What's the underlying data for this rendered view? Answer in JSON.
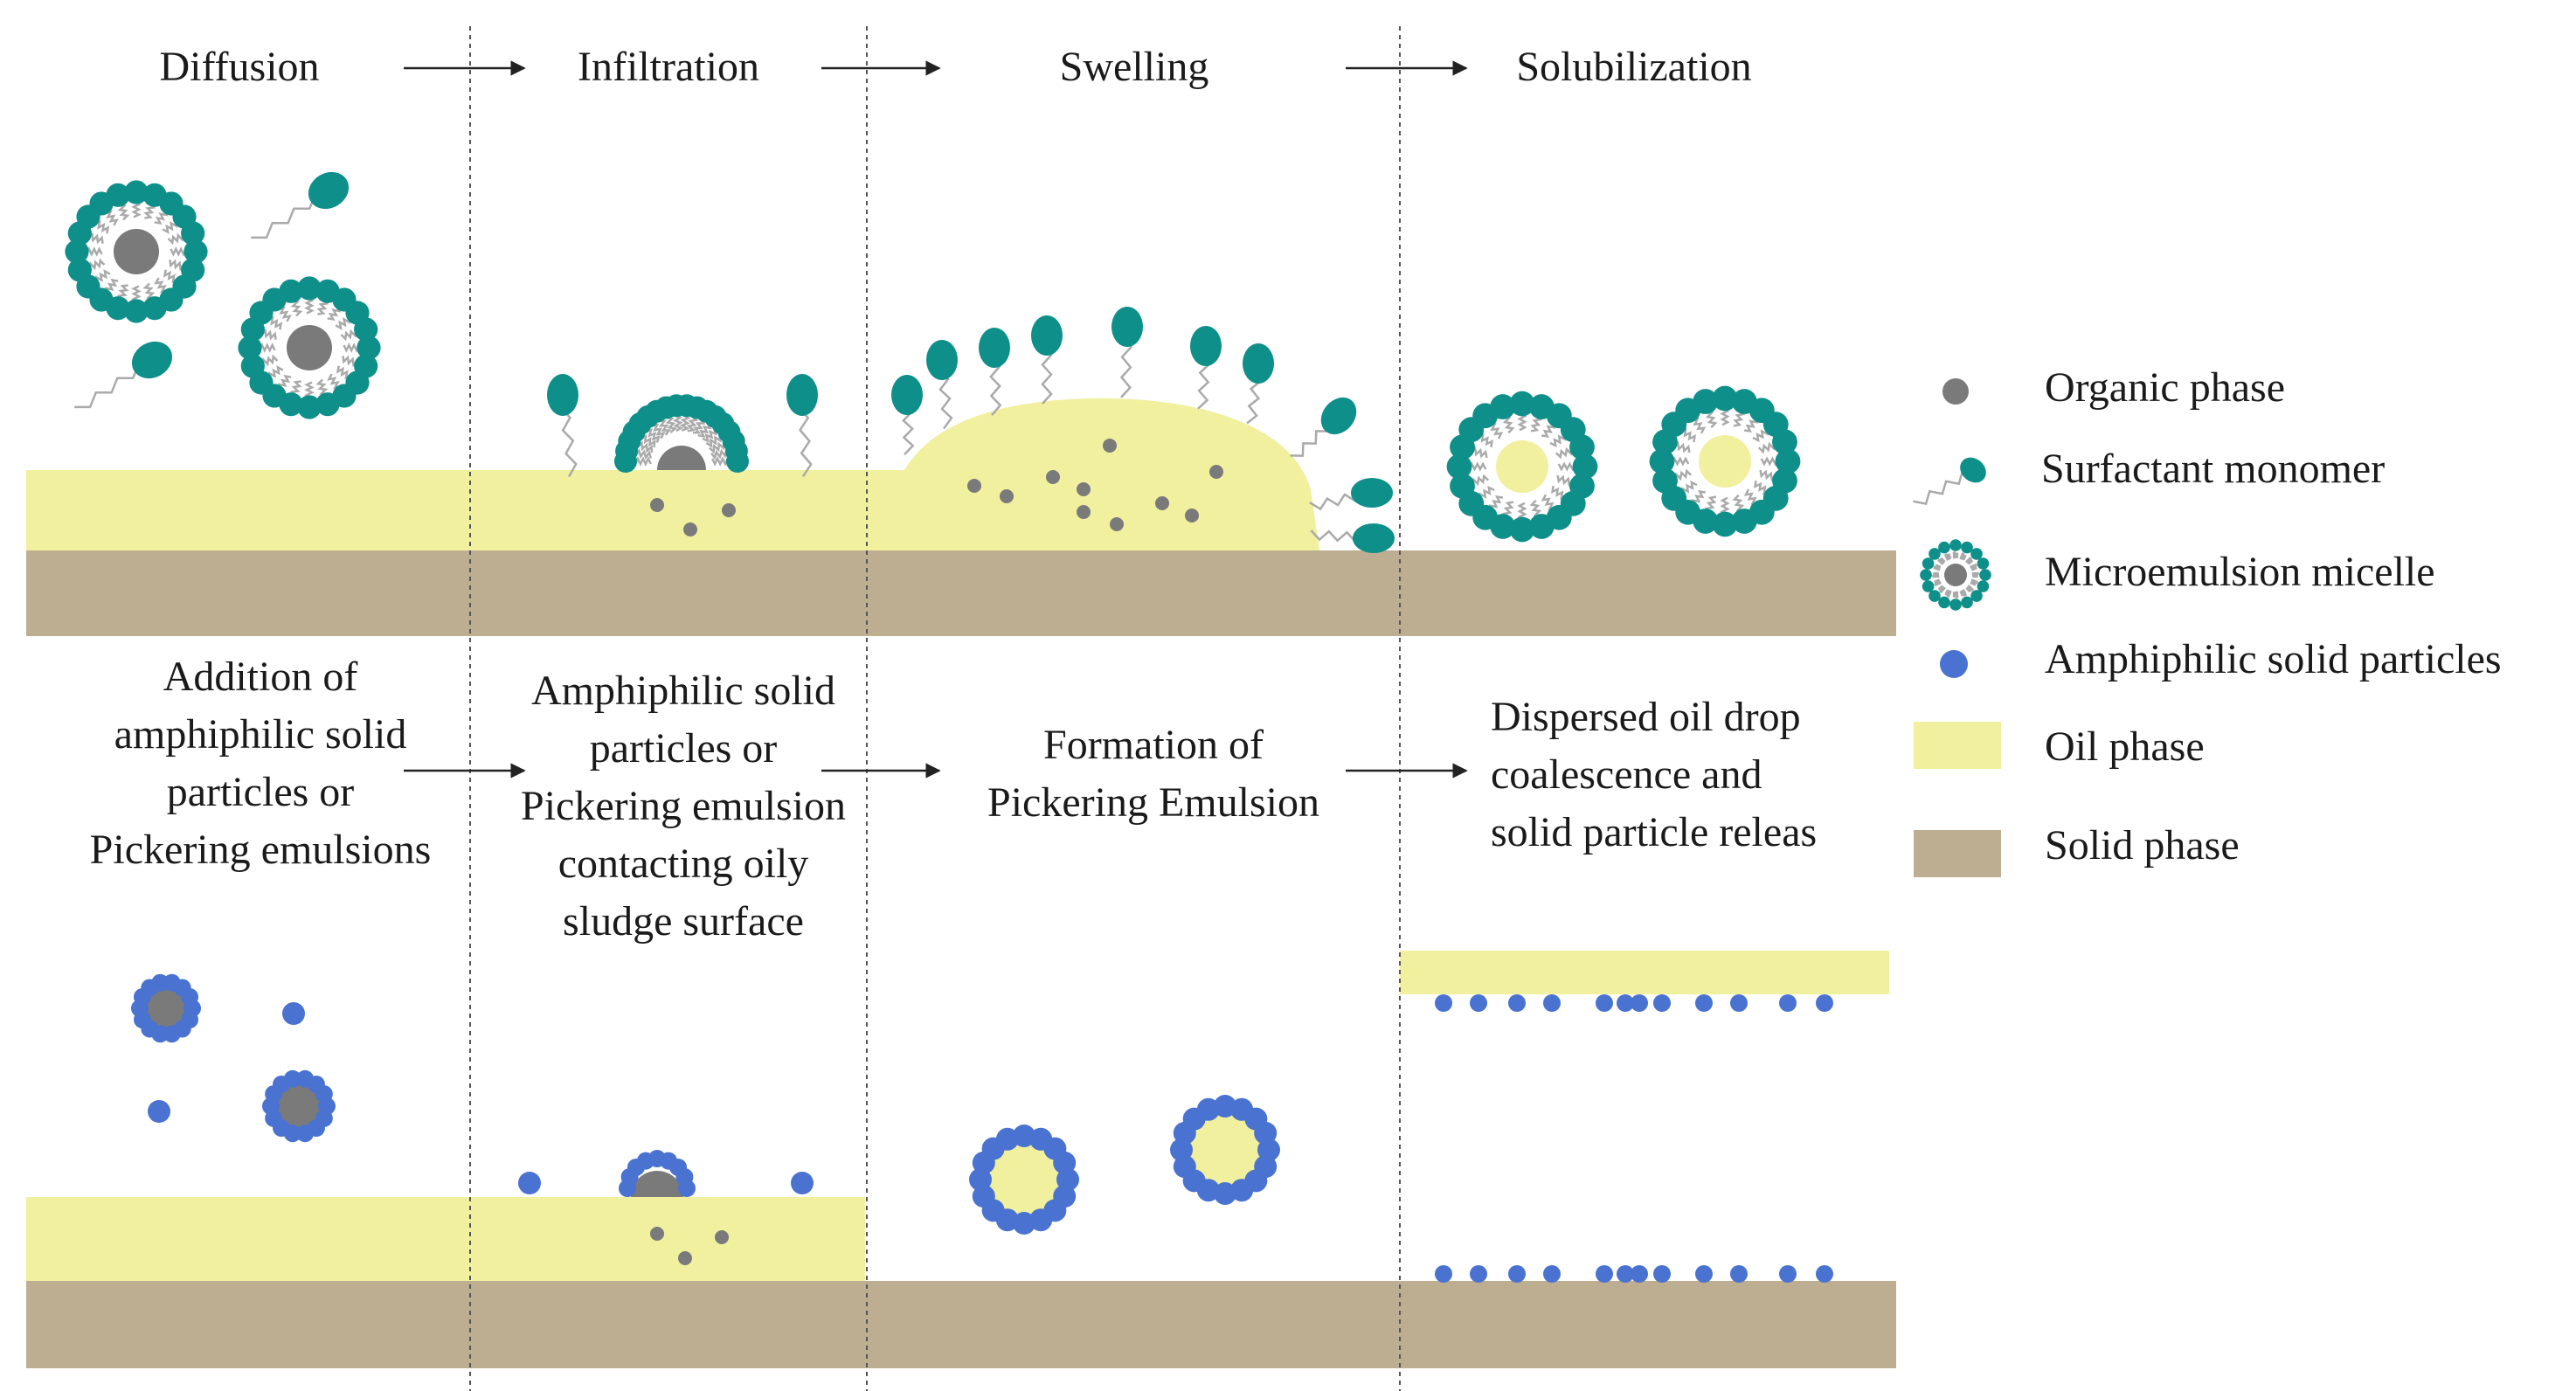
{
  "colors": {
    "oil": "#f0f09e",
    "solid": "#beae91",
    "surfactant": "#0f8f89",
    "organic": "#7a7a7a",
    "particle": "#4a72d0",
    "tail": "#aaaaaa",
    "arrow": "#222222",
    "divider": "#555555"
  },
  "top_row": {
    "steps": [
      "Diffusion",
      "Infiltration",
      "Swelling",
      "Solubilization"
    ]
  },
  "bottom_row": {
    "steps": [
      "Addition of\namphiphilic solid\nparticles or\nPickering emulsions",
      "Amphiphilic solid\nparticles or\nPickering emulsion\ncontacting oily\nsludge surface",
      "Formation of\nPickering Emulsion",
      "Dispersed oil drop\ncoalescence and\nsolid particle releas"
    ]
  },
  "legend": {
    "items": [
      {
        "icon": "organic-phase-icon",
        "label": "Organic phase"
      },
      {
        "icon": "surfactant-monomer-icon",
        "label": "Surfactant monomer"
      },
      {
        "icon": "microemulsion-micelle-icon",
        "label": "Microemulsion micelle"
      },
      {
        "icon": "amphiphilic-particle-icon",
        "label": "Amphiphilic solid particles"
      },
      {
        "icon": "oil-phase-swatch",
        "label": "Oil phase"
      },
      {
        "icon": "solid-phase-swatch",
        "label": "Solid phase"
      }
    ]
  }
}
